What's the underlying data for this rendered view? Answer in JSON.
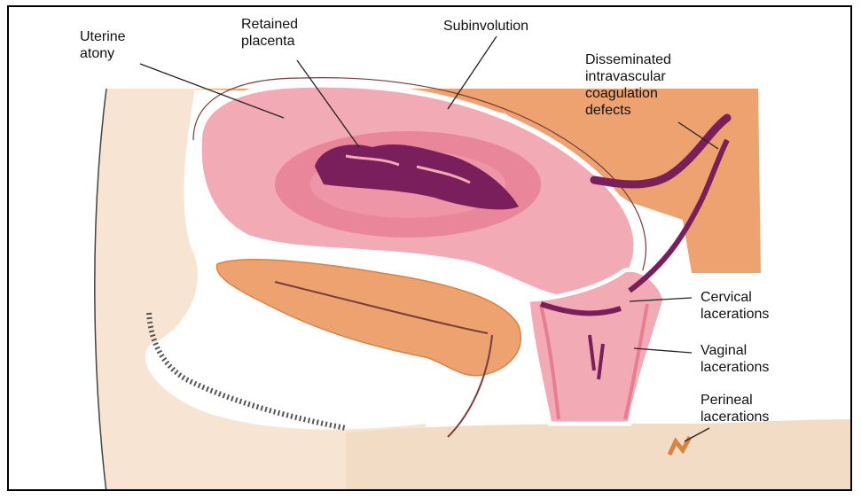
{
  "labels": {
    "uterine_atony": "Uterine\natony",
    "retained_placenta": "Retained\nplacenta",
    "subinvolution": "Subinvolution",
    "dic": "Disseminated\nintravascular\ncoagulation\ndefects",
    "cervical": "Cervical\nlacerations",
    "vaginal": "Vaginal\nlacerations",
    "perineal": "Perineal\nlacerations"
  },
  "colors": {
    "skin": "#f7e4d2",
    "orange": "#eea270",
    "orange_dark": "#d98342",
    "uterus": "#f2aab5",
    "uterus_inner": "#e77d92",
    "placenta": "#7a1f5c",
    "outline": "#ffffff"
  }
}
